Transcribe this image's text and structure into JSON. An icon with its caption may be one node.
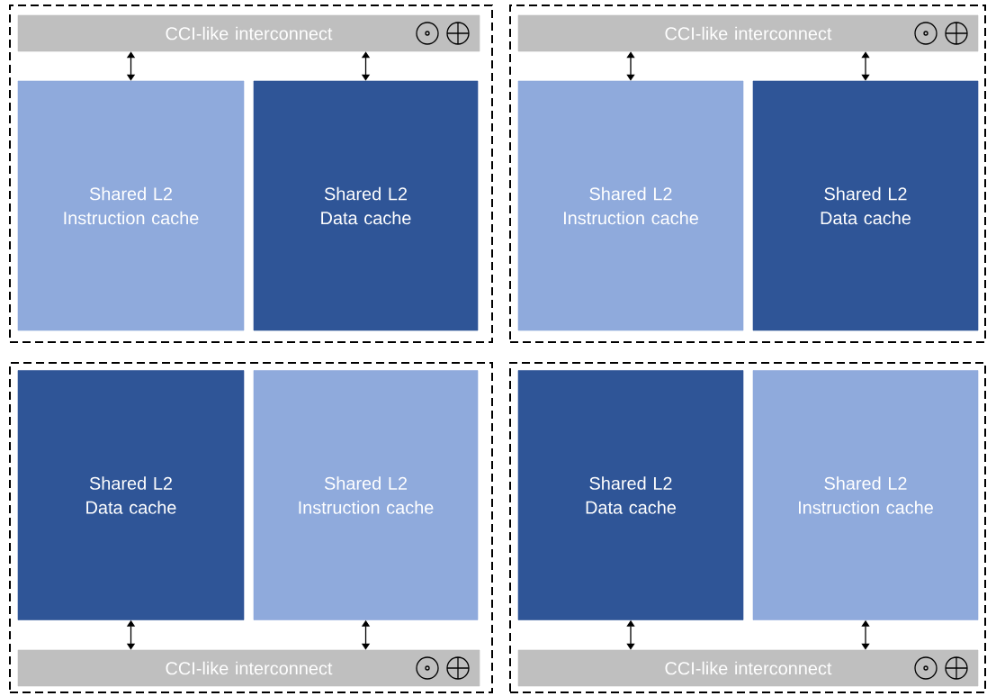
{
  "diagram": {
    "nodes": [
      {
        "text": [],
        "shape": "box"
      },
      {
        "text": [
          "CCI-like interconnect"
        ],
        "in": 0
      },
      {
        "text": [
          "Shared L2 Instruction cache"
        ],
        "in": 0
      },
      {
        "text": [
          "Shared L2 Data cache"
        ],
        "in": 0
      },
      {
        "text": [],
        "shape": "box"
      },
      {
        "text": [
          "CCI-like interconnect"
        ],
        "in": 4
      },
      {
        "text": [
          "Shared L2 Instruction cache"
        ],
        "in": 4
      },
      {
        "text": [
          "Shared L2 Data cache"
        ],
        "in": 4
      },
      {
        "text": [],
        "shape": "box"
      },
      {
        "text": [
          "Shared L2 Data cache"
        ],
        "in": 8
      },
      {
        "text": [
          "Shared L2 Instruction cache"
        ],
        "in": 8
      },
      {
        "text": [
          "CCI-like interconnect"
        ],
        "in": 8
      },
      {
        "text": [],
        "shape": "box"
      },
      {
        "text": [
          "Shared L2 Data cache"
        ],
        "in": 12
      },
      {
        "text": [
          "Shared L2 Instruction cache"
        ],
        "in": 12
      },
      {
        "text": [
          "CCI-like interconnect"
        ],
        "in": 12
      }
    ],
    "edges": [
      {
        "from": 1,
        "to": 2,
        "arrow": "both"
      },
      {
        "from": 1,
        "to": 3,
        "arrow": "both"
      },
      {
        "from": 5,
        "to": 6,
        "arrow": "both"
      },
      {
        "from": 5,
        "to": 7,
        "arrow": "both"
      },
      {
        "from": 9,
        "to": 11,
        "arrow": "both"
      },
      {
        "from": 10,
        "to": 11,
        "arrow": "both"
      },
      {
        "from": 13,
        "to": 15,
        "arrow": "both"
      },
      {
        "from": 14,
        "to": 15,
        "arrow": "both"
      }
    ]
  }
}
